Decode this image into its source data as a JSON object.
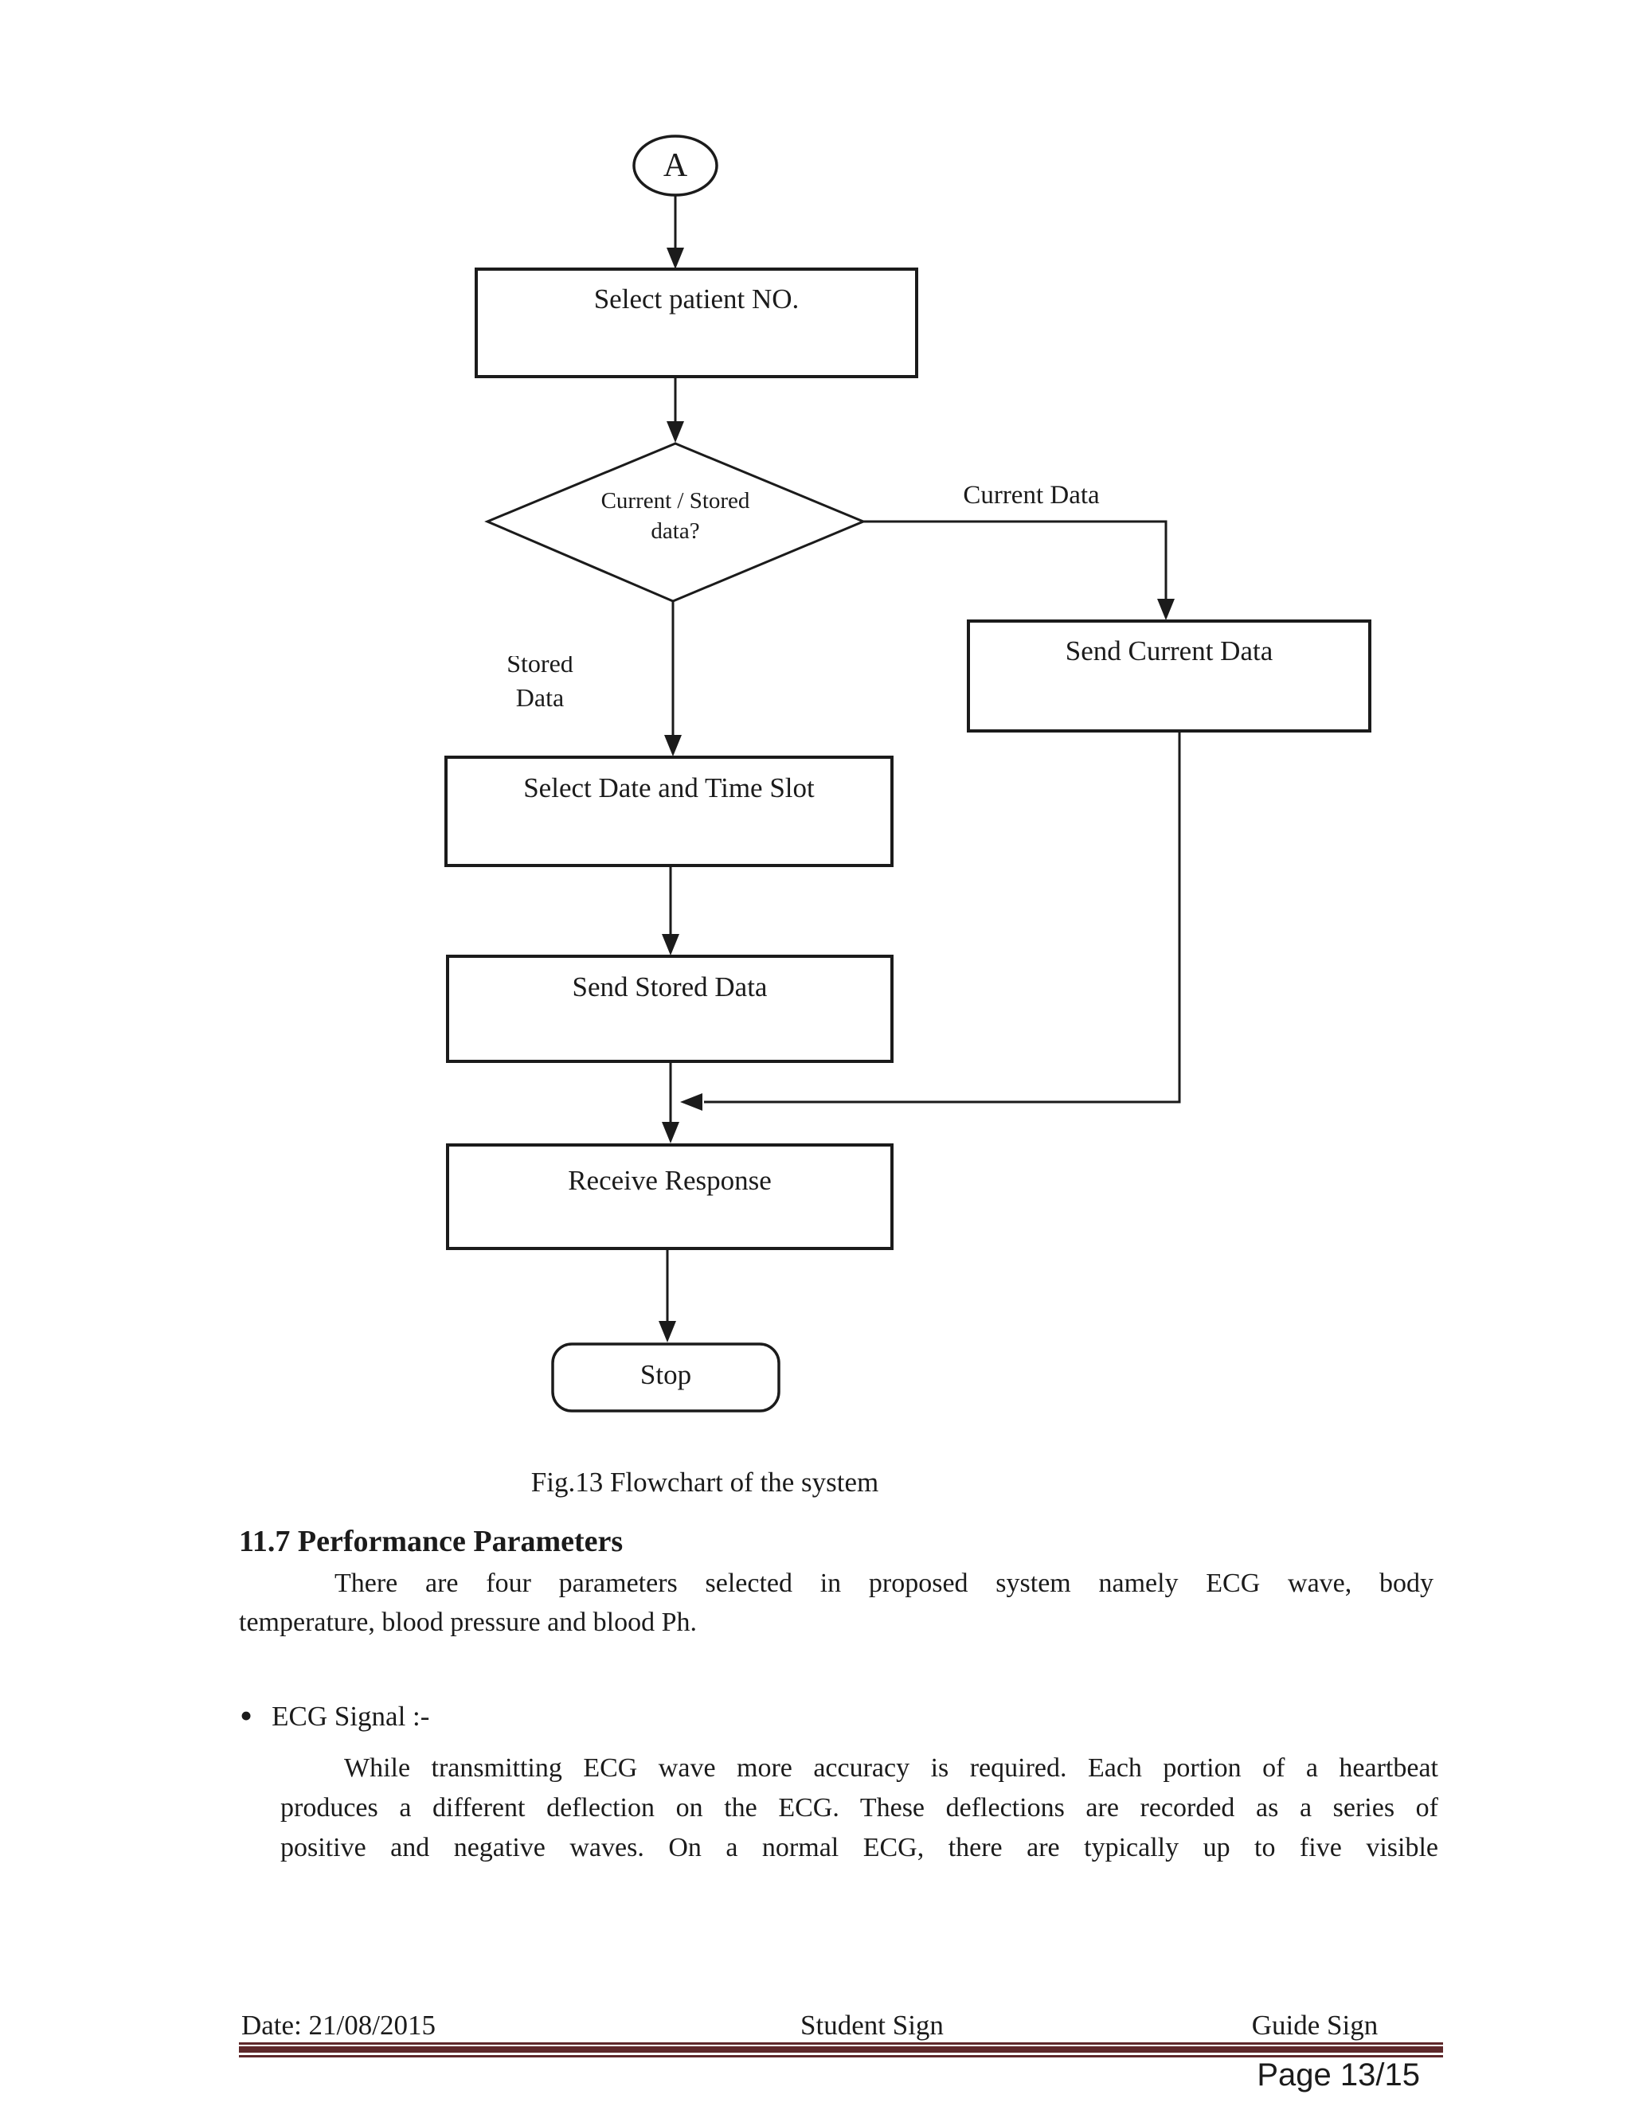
{
  "theme": {
    "ink": "#1b1b1b",
    "rule_color": "#5e282a",
    "paper": "#ffffff"
  },
  "flowchart": {
    "caption": "Fig.13 Flowchart of the system",
    "node_a": "A",
    "select_patient": "Select patient NO.",
    "decision_line1": "Current / Stored",
    "decision_line2": "data?",
    "edge_current_data": "Current Data",
    "edge_stored_line1": "Stored",
    "edge_stored_line2": "Data",
    "send_current": "Send Current Data",
    "select_datetime": "Select Date and Time Slot",
    "send_stored": "Send Stored Data",
    "receive_response": "Receive Response",
    "stop": "Stop"
  },
  "section": {
    "heading": "11.7 Performance Parameters",
    "para_lines": [
      "There are four parameters selected in proposed system namely ECG wave, body",
      "temperature, blood pressure and blood Ph."
    ]
  },
  "ecg": {
    "bullet": "•",
    "label": "ECG Signal :-",
    "para_lines": [
      "While transmitting ECG wave more accuracy is required. Each portion of a heartbeat",
      "produces a different deflection on the ECG. These deflections are recorded as a series of",
      "positive and negative waves. On a normal ECG, there are typically up to five visible"
    ]
  },
  "footer": {
    "date": "Date: 21/08/2015",
    "student_sign": "Student Sign",
    "guide_sign": "Guide Sign",
    "page": "Page 13/15"
  }
}
